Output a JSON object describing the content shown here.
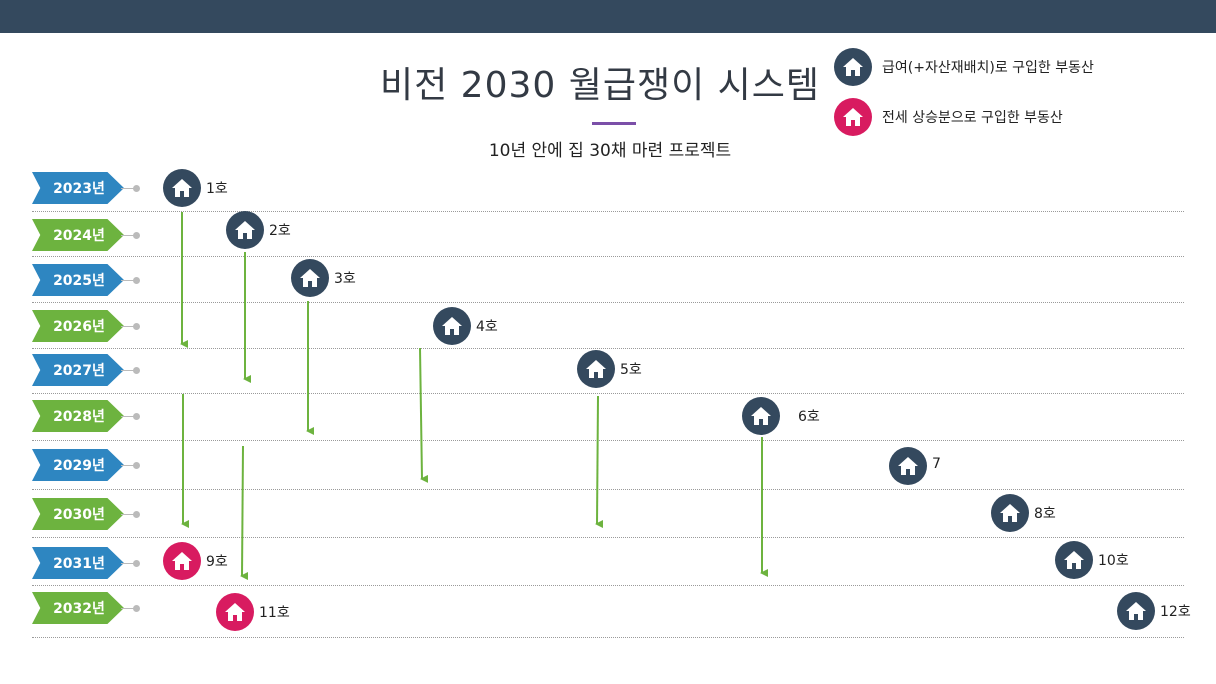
{
  "title": "비전 2030 월급쟁이 시스템",
  "subtitle": "10년 안에 집 30채 마련 프로젝트",
  "legend": [
    {
      "icon": "house-icon",
      "color": "#34495e",
      "label": "급여(+자산재배치)로 구입한 부동산"
    },
    {
      "icon": "house-icon",
      "color": "#d81b60",
      "label": "전세 상승분으로 구입한 부동산"
    }
  ],
  "years": [
    "2023년",
    "2024년",
    "2025년",
    "2026년",
    "2027년",
    "2028년",
    "2029년",
    "2030년",
    "2031년",
    "2032년"
  ],
  "properties": [
    {
      "label": "1호",
      "type": "salary"
    },
    {
      "label": "2호",
      "type": "salary"
    },
    {
      "label": "3호",
      "type": "salary"
    },
    {
      "label": "4호",
      "type": "salary"
    },
    {
      "label": "5호",
      "type": "salary"
    },
    {
      "label": "6호",
      "type": "salary"
    },
    {
      "label": "7",
      "type": "salary"
    },
    {
      "label": "8호",
      "type": "salary"
    },
    {
      "label": "9호",
      "type": "jeonse"
    },
    {
      "label": "10호",
      "type": "salary"
    },
    {
      "label": "11호",
      "type": "jeonse"
    },
    {
      "label": "12호",
      "type": "salary"
    }
  ],
  "colors": {
    "salary": "#34495e",
    "jeonse": "#d81b60",
    "year_blue": "#2e86c1",
    "year_green": "#6db33f",
    "arrow": "#6db33f",
    "topbar": "#34495e",
    "accent": "#7b4fa8"
  }
}
